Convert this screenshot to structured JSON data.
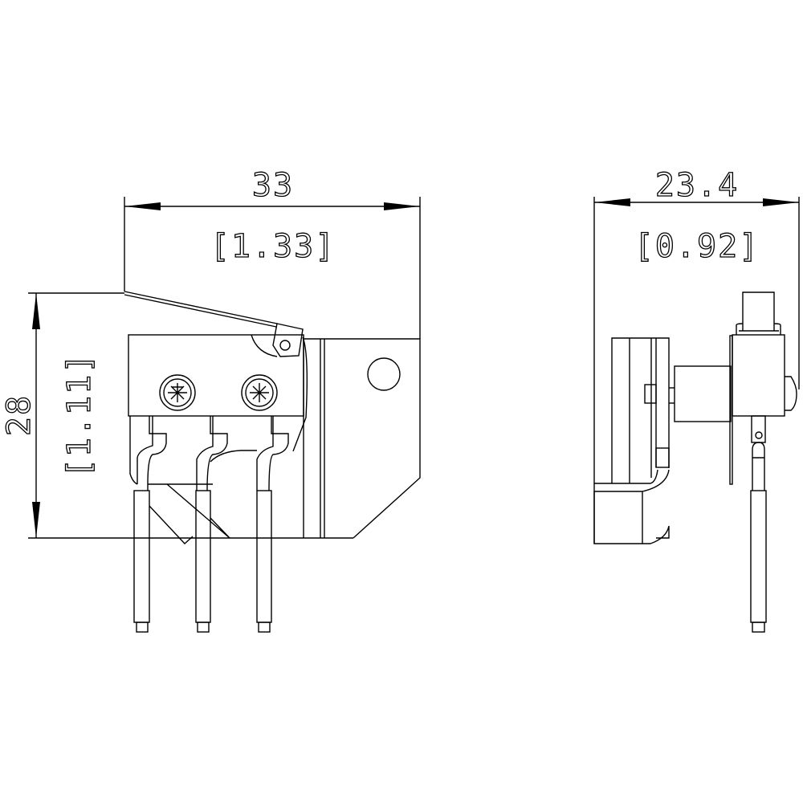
{
  "drawing": {
    "front_view": {
      "width_dimension": "33",
      "width_dimension_inch": "[1.33]",
      "height_dimension": "28",
      "height_dimension_inch": "[1.11]"
    },
    "side_view": {
      "depth_dimension": "23.4",
      "depth_dimension_inch": "[0.92]"
    },
    "line_color": "#000000",
    "background_color": "#ffffff"
  }
}
